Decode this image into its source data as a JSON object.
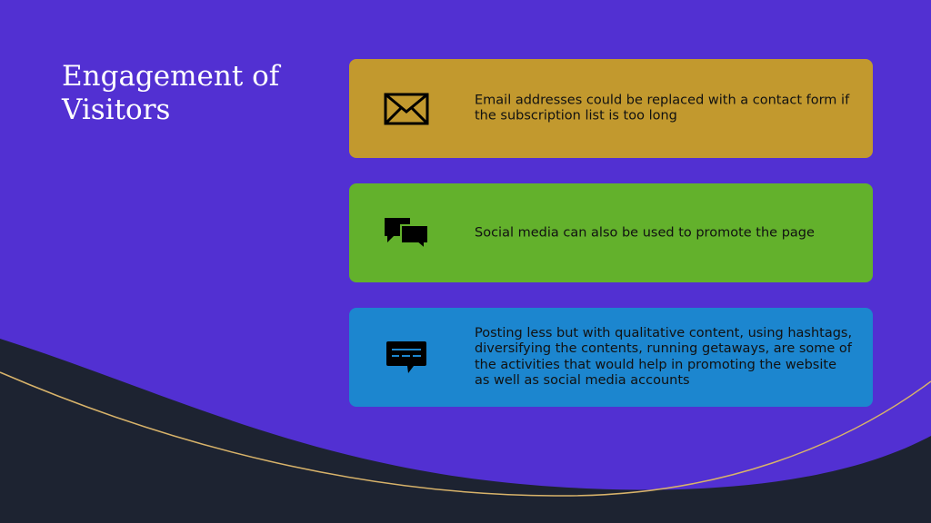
{
  "slide": {
    "title": "Engagement of Visitors"
  },
  "cards": [
    {
      "icon": "envelope-icon",
      "color": "#c2992e",
      "text": "Email addresses could be replaced with a contact form if the subscription list is too long"
    },
    {
      "icon": "chat-bubbles-icon",
      "color": "#63b12c",
      "text": "Social media can also be used to promote the page"
    },
    {
      "icon": "message-icon",
      "color": "#1c86cf",
      "text": "Posting less but with qualitative content, using hashtags, diversifying the contents, running getaways, are some of the activities that would help in promoting the website as well as social media accounts"
    }
  ],
  "colors": {
    "background": "#5230d2",
    "footer_wave": "#1d2331",
    "accent_line": "#d8b36a"
  }
}
